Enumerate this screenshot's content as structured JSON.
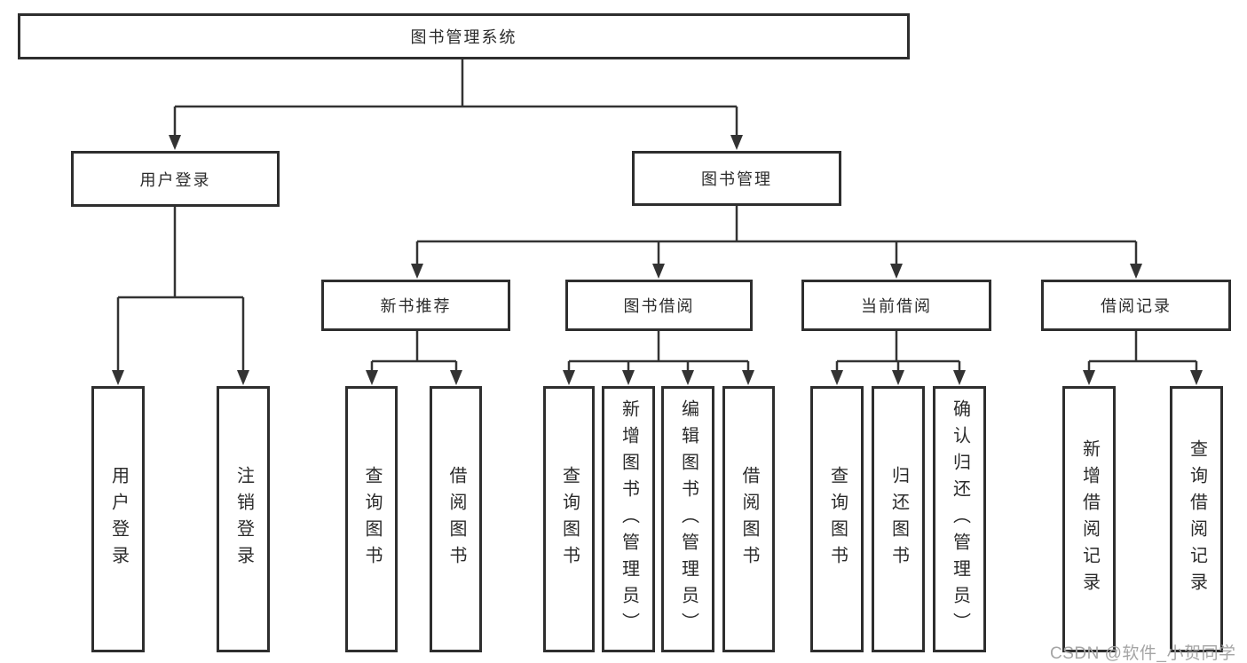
{
  "tree": {
    "label": "图书管理系统",
    "children": [
      {
        "label": "用户登录",
        "children": [
          {
            "label": "用户登录"
          },
          {
            "label": "注销登录"
          }
        ]
      },
      {
        "label": "图书管理",
        "children": [
          {
            "label": "新书推荐",
            "children": [
              {
                "label": "查询图书"
              },
              {
                "label": "借阅图书"
              }
            ]
          },
          {
            "label": "图书借阅",
            "children": [
              {
                "label": "查询图书"
              },
              {
                "label": "新增图书（管理员）"
              },
              {
                "label": "编辑图书（管理员）"
              },
              {
                "label": "借阅图书"
              }
            ]
          },
          {
            "label": "当前借阅",
            "children": [
              {
                "label": "查询图书"
              },
              {
                "label": "归还图书"
              },
              {
                "label": "确认归还（管理员）"
              }
            ]
          },
          {
            "label": "借阅记录",
            "children": [
              {
                "label": "新增借阅记录"
              },
              {
                "label": "查询借阅记录"
              }
            ]
          }
        ]
      }
    ]
  },
  "watermark": "CSDN @软件_小贺同学",
  "colors": {
    "line": "#333333",
    "box_border": "#2e2e2e",
    "text": "#2b2b2b",
    "watermark": "#a5a5a5",
    "background": "#ffffff"
  }
}
